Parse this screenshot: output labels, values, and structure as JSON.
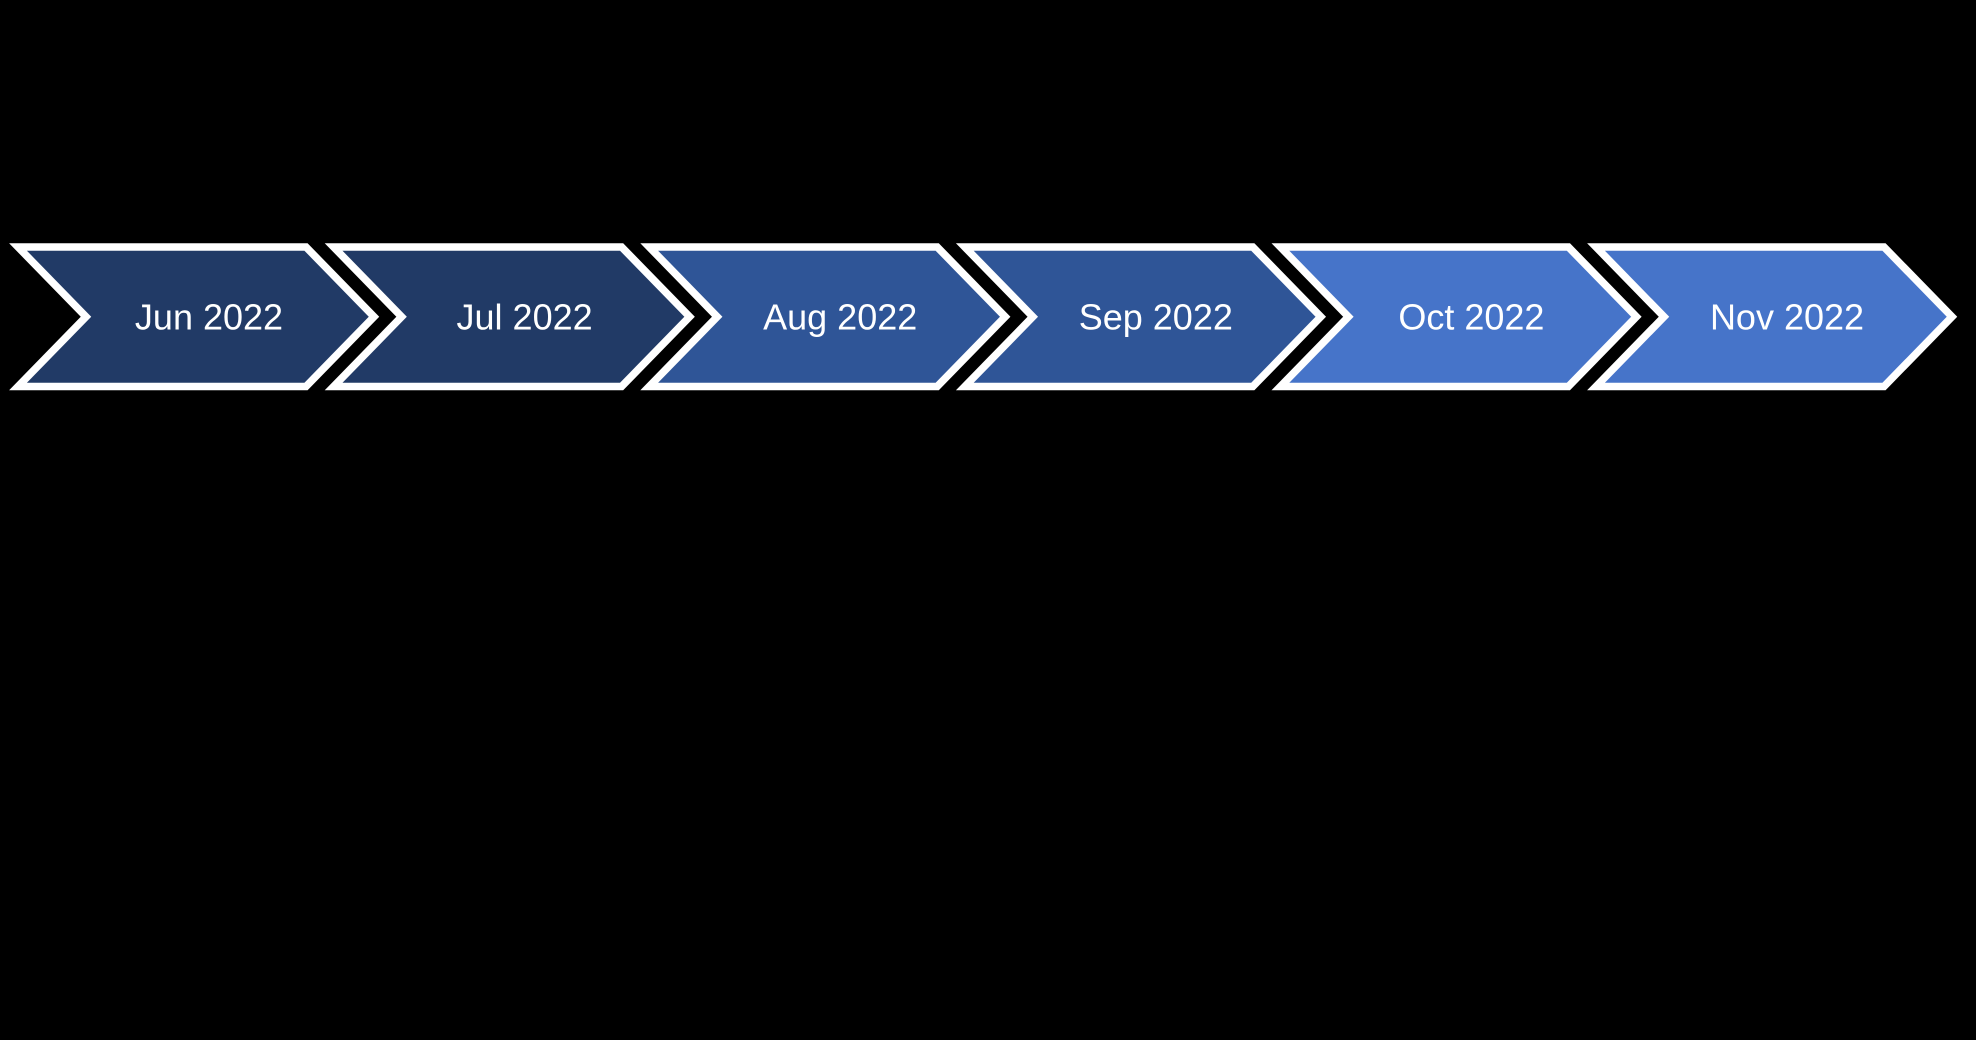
{
  "slide": {
    "background_color": "#000000"
  },
  "timeline": {
    "style": "chevron-process",
    "direction": "left-to-right",
    "border_color": "#FFFFFF",
    "label_color": "#FFFFFF",
    "items": [
      {
        "label": "Jun 2022",
        "fill": "#213A66"
      },
      {
        "label": "Jul 2022",
        "fill": "#213A66"
      },
      {
        "label": "Aug 2022",
        "fill": "#2F5597"
      },
      {
        "label": "Sep 2022",
        "fill": "#2F5597"
      },
      {
        "label": "Oct 2022",
        "fill": "#4674C9"
      },
      {
        "label": "Nov 2022",
        "fill": "#4674C9"
      }
    ]
  }
}
